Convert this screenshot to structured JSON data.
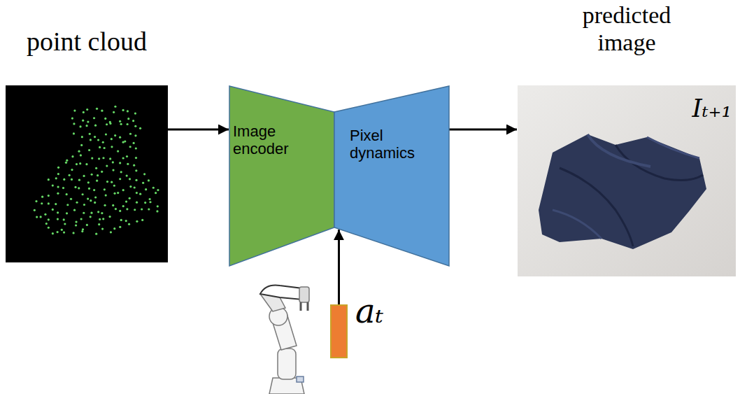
{
  "diagram": {
    "nodes": [
      {
        "text": [
          "point cloud"
        ]
      },
      {
        "text": [
          "Image encoder"
        ]
      },
      {
        "text": [
          "Pixel dynamics"
        ]
      },
      {
        "text": [
          "predicted image",
          "Iₜ₊₁"
        ]
      },
      {
        "text": [
          "aₜ"
        ]
      }
    ],
    "edges": [
      {
        "from": 0,
        "to": 1,
        "arrow": "to"
      },
      {
        "from": 2,
        "to": 3,
        "arrow": "to"
      },
      {
        "from": 4,
        "to": 2,
        "arrow": "to"
      }
    ]
  }
}
